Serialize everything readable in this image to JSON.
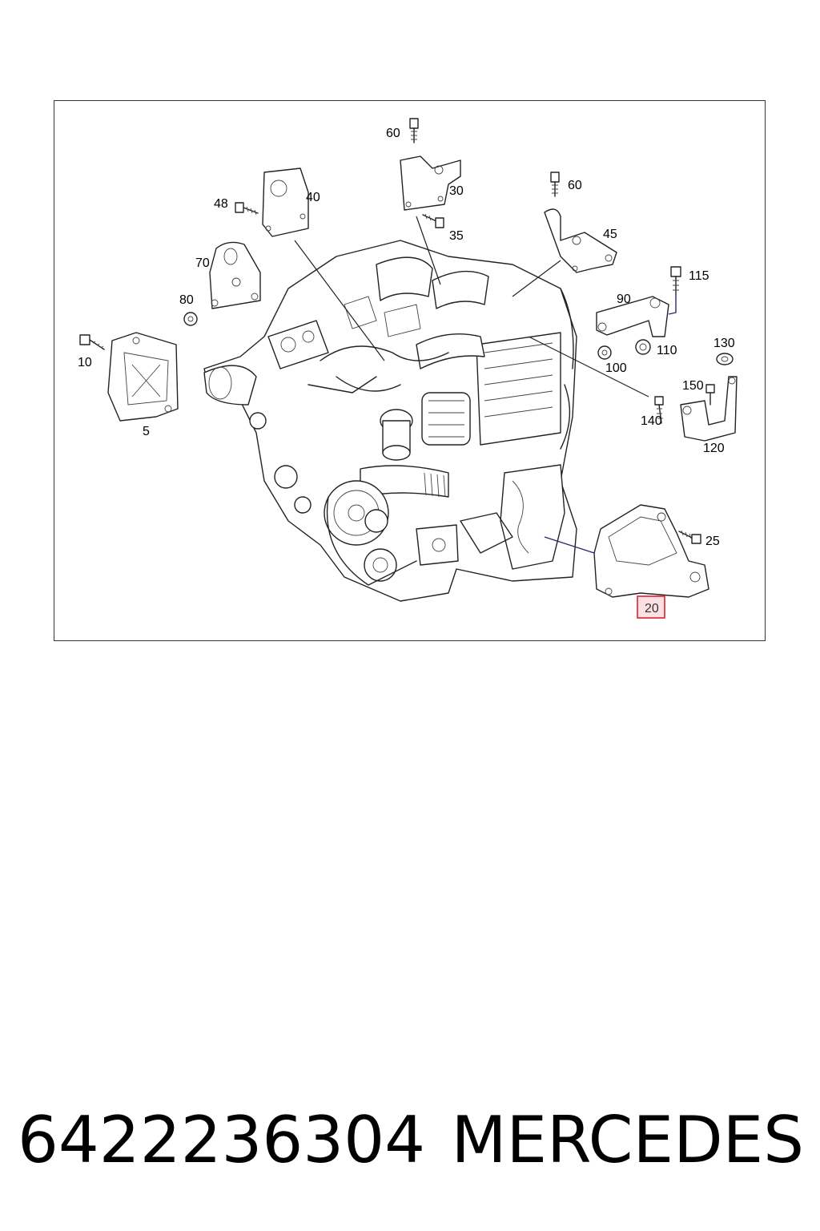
{
  "callouts": {
    "c60_top": "60",
    "c30": "30",
    "c40": "40",
    "c48": "48",
    "c60_right": "60",
    "c45": "45",
    "c35": "35",
    "c70": "70",
    "c115": "115",
    "c80": "80",
    "c90": "90",
    "c10": "10",
    "c110": "110",
    "c130": "130",
    "c100": "100",
    "c150": "150",
    "c140": "140",
    "c5": "5",
    "c120": "120",
    "c25": "25",
    "c20": "20"
  },
  "highlighted_callout": "20",
  "footer": {
    "part_number": "6422236304",
    "brand": "MERCEDES"
  },
  "colors": {
    "highlight_fill": "#fce0e4",
    "highlight_border": "#e0202e",
    "leader_blue": "#2a2a6a"
  }
}
